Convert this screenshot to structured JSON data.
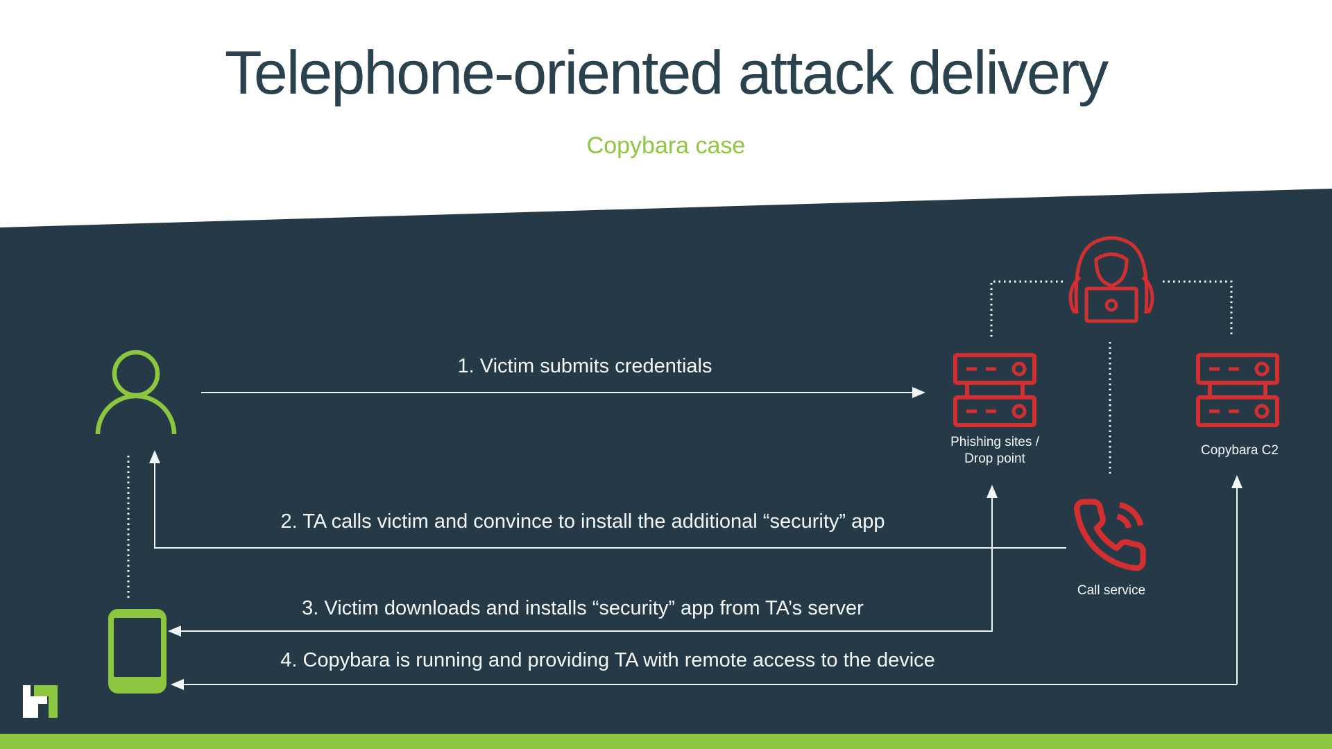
{
  "header": {
    "title": "Telephone-oriented attack delivery",
    "subtitle": "Copybara case"
  },
  "colors": {
    "background_dark": "#253A46",
    "background_light": "#FFFFFF",
    "accent_green": "#8DC63F",
    "accent_red": "#D23030",
    "title_text": "#2A414E",
    "connector_white": "#F3F6F6"
  },
  "diagram": {
    "steps": [
      {
        "label": "1. Victim submits credentials"
      },
      {
        "label": "2. TA calls victim and convince to install the additional “security” app"
      },
      {
        "label": "3. Victim downloads and installs “security” app from TA’s server"
      },
      {
        "label": "4. Copybara is running and providing TA with remote access to the device"
      }
    ],
    "nodes": {
      "victim": {
        "icon": "person-icon"
      },
      "device": {
        "icon": "smartphone-icon"
      },
      "threat_actor": {
        "icon": "hacker-icon"
      },
      "phishing": {
        "icon": "server-icon",
        "label_line1": "Phishing sites /",
        "label_line2": "Drop point"
      },
      "c2": {
        "icon": "server-icon",
        "label": "Copybara C2"
      },
      "call_service": {
        "icon": "phone-call-icon",
        "label": "Call service"
      }
    },
    "logo": {
      "icon": "brand-logo"
    }
  }
}
